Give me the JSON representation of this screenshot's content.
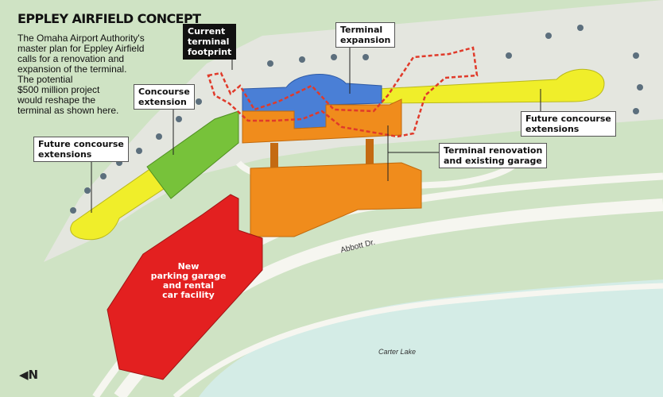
{
  "header": {
    "title": "EPPLEY AIRFIELD CONCEPT",
    "description": [
      "The Omaha Airport Authority's",
      "master plan for Eppley Airfield",
      "calls for a renovation and",
      "expansion of the terminal.",
      "The potential",
      "$500 million project",
      "would reshape the",
      "terminal as shown here."
    ]
  },
  "labels": {
    "current_footprint": [
      "Current",
      "terminal",
      "footprint"
    ],
    "terminal_expansion": [
      "Terminal",
      "expansion"
    ],
    "concourse_extension": [
      "Concourse",
      "extension"
    ],
    "future_left": [
      "Future concourse",
      "extensions"
    ],
    "future_right": [
      "Future concourse",
      "extensions"
    ],
    "renovation": [
      "Terminal renovation",
      "and existing garage"
    ],
    "parking": [
      "New",
      "parking garage",
      "and rental",
      "car facility"
    ]
  },
  "map_text": {
    "road": "Abbott Dr.",
    "lake": "Carter Lake",
    "north": "N"
  },
  "colors": {
    "grass": "#cfe3c4",
    "lake": "#d4ece6",
    "road": "#f6f6f0",
    "apron": "#e4e6df",
    "terminal_expansion": "#4a7fd6",
    "renovation": "#f08c1c",
    "concourse_extension": "#77c23a",
    "future_concourse": "#f0ee2a",
    "parking": "#e32020",
    "footprint_outline": "#e03a2a"
  }
}
